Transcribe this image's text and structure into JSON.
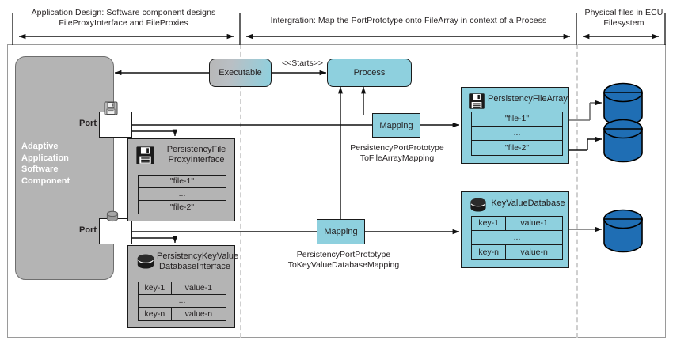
{
  "zones": [
    {
      "name": "application-design",
      "line1": "Application Design: Software component designs",
      "line2": "FileProxyInterface and FileProxies"
    },
    {
      "name": "integration",
      "line1": "Intergration: Map the PortPrototype onto FileArray in context of a Process",
      "line2": ""
    },
    {
      "name": "physical-files",
      "line1": "Physical files in ECU",
      "line2": "Filesystem"
    }
  ],
  "component": {
    "label": "Adaptive\nApplication\nSoftware\nComponent",
    "label_lines": [
      "Adaptive",
      "Application",
      "Software",
      "Component"
    ],
    "port_top_label": "Port",
    "port_bottom_label": "Port"
  },
  "nodes": {
    "executable": {
      "label": "Executable"
    },
    "process": {
      "label": "Process"
    },
    "starts_stereotype": "<<Starts>>",
    "mapping_file": {
      "label": "Mapping"
    },
    "mapping_kv": {
      "label": "Mapping"
    }
  },
  "captions": {
    "file_mapping": {
      "line1": "PersistencyPortPrototype",
      "line2": "ToFileArrayMapping"
    },
    "kv_mapping": {
      "line1": "PersistencyPortPrototype",
      "line2": "ToKeyValueDatabaseMapping"
    }
  },
  "file_proxy_interface": {
    "title_line1": "PersistencyFile",
    "title_line2": "ProxyInterface",
    "icon": "floppy-disk-icon",
    "rows": [
      "\"file-1\"",
      "...",
      "\"file-2\""
    ]
  },
  "kv_database_interface": {
    "title_line1": "PersistencyKeyValue",
    "title_line2": "DatabaseInterface",
    "icon": "database-cylinder-icon",
    "rows": [
      {
        "key": "key-1",
        "value": "value-1"
      },
      {
        "key": "...",
        "value": ""
      },
      {
        "key": "key-n",
        "value": "value-n"
      }
    ]
  },
  "file_array": {
    "title": "PersistencyFileArray",
    "icon": "floppy-disk-icon",
    "rows": [
      "\"file-1\"",
      "...",
      "\"file-2\""
    ]
  },
  "kv_database": {
    "title": "KeyValueDatabase",
    "icon": "database-cylinder-icon",
    "rows": [
      {
        "key": "key-1",
        "value": "value-1"
      },
      {
        "key": "...",
        "value": ""
      },
      {
        "key": "key-n",
        "value": "value-n"
      }
    ]
  },
  "storage_cylinders": [
    {
      "name": "file-store-1"
    },
    {
      "name": "file-store-2"
    },
    {
      "name": "kv-store-1"
    }
  ],
  "colors": {
    "teal": "#8ed0de",
    "grey": "#b4b4b4",
    "cylinder_blue": "#1f6eb4",
    "frame_grey": "#9a9a9a",
    "dashed_grey": "#cfcfcf",
    "stroke": "#1a1a1a",
    "text": "#231f20",
    "white": "#ffffff"
  }
}
